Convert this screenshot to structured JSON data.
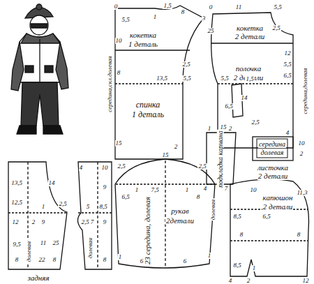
{
  "diagram": {
    "labels": [
      "0",
      "1,5",
      "8",
      "3",
      "5,5",
      "1",
      "кокетка",
      "1 деталь",
      "10",
      "2,5",
      "8",
      "13,5",
      "5,5",
      "спинка",
      "1 деталь",
      "15",
      "2",
      "середина,скл.долевая",
      "0",
      "11",
      "5,5",
      "25",
      "2,5",
      "кокетка",
      "2 детали",
      "12",
      "5,5",
      "полочка",
      "2 детали",
      "6,5",
      "5,5",
      "1,5",
      "14",
      "6,5",
      "2,5",
      "15",
      "4",
      "середина,долевая",
      "подкладка кармана",
      "1",
      "2",
      "7",
      "4",
      "середина",
      "долевая",
      "листочка",
      "2 детали",
      "10",
      "2",
      "10",
      "11,3",
      "капюшон",
      "2 детали",
      "8,5",
      "6,5",
      "8",
      "8",
      "8,5",
      "1",
      "4",
      "2",
      "12",
      "2,5",
      "15",
      "2,5",
      "долевая",
      "1",
      "7,5",
      "1",
      "6,5",
      "8",
      "рукав",
      "2детали",
      "23 середина, долевая",
      "1",
      "6",
      "6",
      "1",
      "13,5",
      "14",
      "12,5",
      "1",
      "2,5",
      "12",
      "2",
      "9",
      "9,5",
      "11",
      "25",
      "долевая",
      "8",
      "22",
      "8",
      "задняя",
      "4",
      "10",
      "9",
      "8,5",
      "5",
      "2,5",
      "7",
      "9",
      "долевая",
      "8"
    ]
  }
}
